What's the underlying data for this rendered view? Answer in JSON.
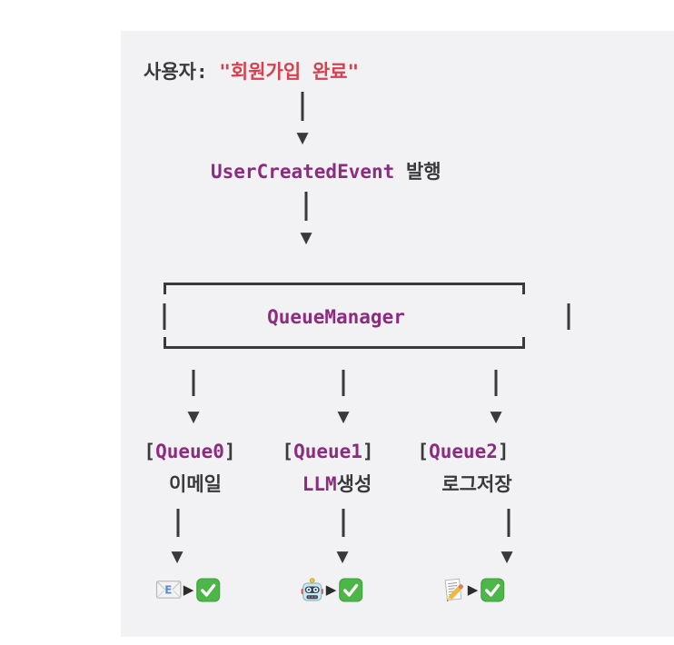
{
  "colors": {
    "page": "#ffffff",
    "panel": "#f2f2f4",
    "text": "#39393b",
    "red": "#d6414f",
    "purple": "#8d2b81",
    "line": "#3a3a3a",
    "green": "#4cb648"
  },
  "flow": {
    "user_label": "사용자: ",
    "user_quote": "\"회원가입 완료\"",
    "event_code": "UserCreatedEvent",
    "event_suffix": " 발행",
    "arrow_char": "▼",
    "pointer_char": "▶",
    "manager": {
      "label": "QueueManager"
    },
    "queues": [
      {
        "open": "[",
        "name": "Queue0",
        "close": "]",
        "task_highlight": "",
        "task": "이메일",
        "icon": "email-icon",
        "result_icon": "check-icon"
      },
      {
        "open": "[",
        "name": "Queue1",
        "close": "]",
        "task_highlight": "LLM",
        "task": "생성",
        "icon": "robot-icon",
        "result_icon": "check-icon"
      },
      {
        "open": "[",
        "name": "Queue2",
        "close": "]",
        "task_highlight": "",
        "task": "로그저장",
        "icon": "memo-icon",
        "result_icon": "check-icon"
      }
    ]
  }
}
